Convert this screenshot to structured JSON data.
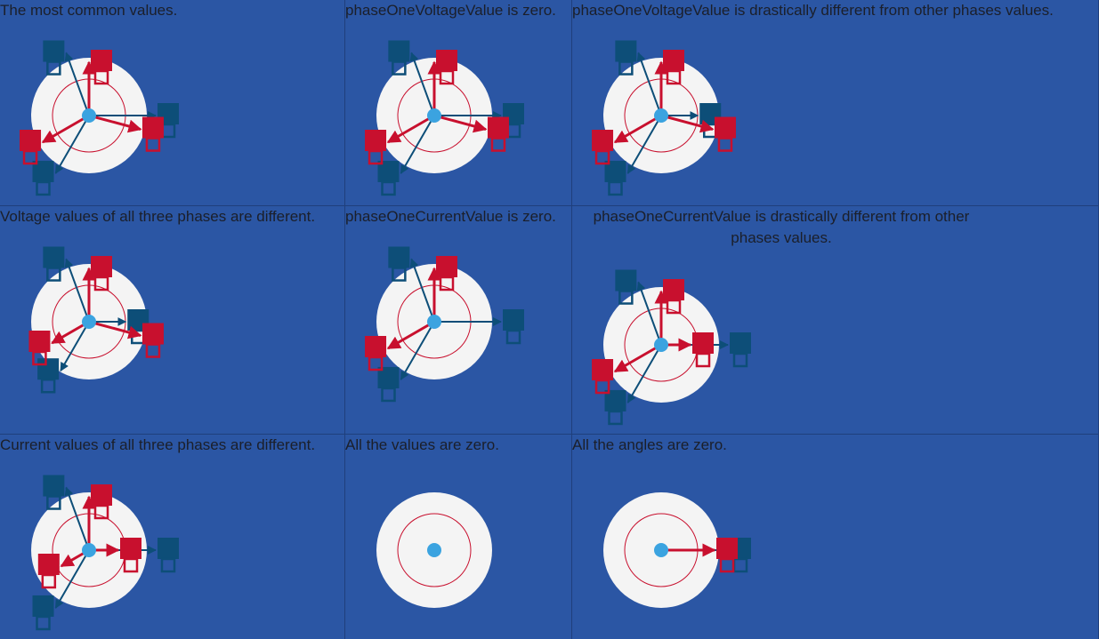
{
  "theme": {
    "background": "#2b56a4",
    "dial_fill": "#f4f4f4",
    "ring_stroke": "#c8102e",
    "hub": "#3ba3e0",
    "current_color": "#0d4e78",
    "voltage_color": "#c8102e",
    "caption_color": "#1b1f2a"
  },
  "panels": [
    {
      "caption": "The most common values.",
      "voltage": [
        {
          "mag": 1.0,
          "ang": 90
        },
        {
          "mag": 1.0,
          "ang": -15
        },
        {
          "mag": 1.0,
          "ang": 210
        }
      ],
      "current": [
        {
          "mag": 1.0,
          "ang": 110
        },
        {
          "mag": 1.0,
          "ang": 0
        },
        {
          "mag": 1.0,
          "ang": 240
        }
      ]
    },
    {
      "caption": "phaseOneVoltageValue is zero.",
      "voltage": [
        {
          "mag": 1.0,
          "ang": 90
        },
        {
          "mag": 1.0,
          "ang": -15
        },
        {
          "mag": 1.0,
          "ang": 210
        }
      ],
      "current": [
        {
          "mag": 1.0,
          "ang": 110
        },
        {
          "mag": 1.0,
          "ang": 0
        },
        {
          "mag": 1.0,
          "ang": 240
        }
      ]
    },
    {
      "caption": "phaseOneVoltageValue is drastically different from other phases values.",
      "voltage": [
        {
          "mag": 1.0,
          "ang": 90
        },
        {
          "mag": 1.0,
          "ang": -15
        },
        {
          "mag": 1.0,
          "ang": 210
        }
      ],
      "current": [
        {
          "mag": 1.0,
          "ang": 110
        },
        {
          "mag": 0.55,
          "ang": 0
        },
        {
          "mag": 1.0,
          "ang": 240
        }
      ]
    },
    {
      "caption": "Voltage values of all three phases are different.",
      "voltage": [
        {
          "mag": 1.0,
          "ang": 90
        },
        {
          "mag": 1.0,
          "ang": -15
        },
        {
          "mag": 0.8,
          "ang": 210
        }
      ],
      "current": [
        {
          "mag": 1.0,
          "ang": 110
        },
        {
          "mag": 0.55,
          "ang": 0
        },
        {
          "mag": 0.85,
          "ang": 240
        }
      ]
    },
    {
      "caption": "phaseOneCurrentValue is zero.",
      "voltage": [
        {
          "mag": 1.0,
          "ang": 90
        },
        {
          "mag": 1.0,
          "ang": 210
        }
      ],
      "current": [
        {
          "mag": 1.0,
          "ang": 110
        },
        {
          "mag": 1.0,
          "ang": 0
        },
        {
          "mag": 1.0,
          "ang": 240
        }
      ]
    },
    {
      "caption": "phaseOneCurrentValue is drastically different from other phases values.",
      "voltage": [
        {
          "mag": 1.0,
          "ang": 90
        },
        {
          "mag": 0.55,
          "ang": 0
        },
        {
          "mag": 1.0,
          "ang": 210
        }
      ],
      "current": [
        {
          "mag": 1.0,
          "ang": 110
        },
        {
          "mag": 1.0,
          "ang": 0
        },
        {
          "mag": 1.0,
          "ang": 240
        }
      ]
    },
    {
      "caption": "Current values of all three phases are different.",
      "voltage": [
        {
          "mag": 1.0,
          "ang": 90
        },
        {
          "mag": 0.55,
          "ang": 0
        },
        {
          "mag": 0.6,
          "ang": 210
        }
      ],
      "current": [
        {
          "mag": 1.0,
          "ang": 110
        },
        {
          "mag": 1.0,
          "ang": 0
        },
        {
          "mag": 1.0,
          "ang": 240
        }
      ]
    },
    {
      "caption": "All the values are zero.",
      "voltage": [],
      "current": []
    },
    {
      "caption": "All the angles are zero.",
      "voltage": [
        {
          "mag": 1.0,
          "ang": 0
        }
      ],
      "current": [
        {
          "mag": 1.0,
          "ang": 0
        }
      ]
    }
  ]
}
